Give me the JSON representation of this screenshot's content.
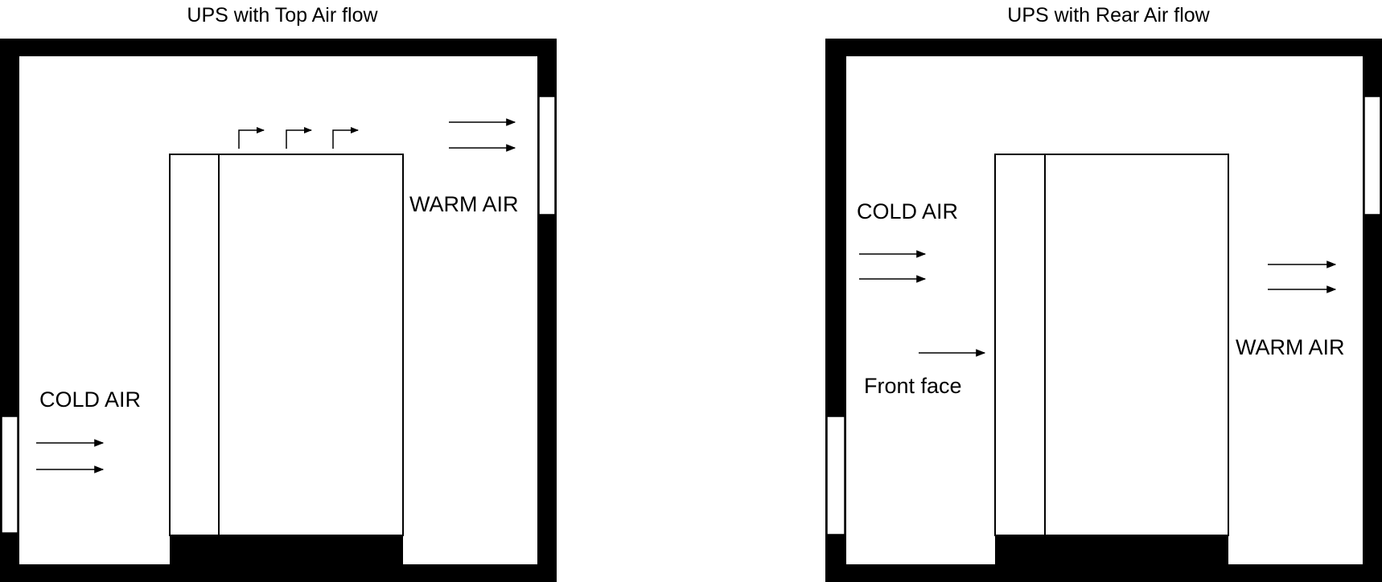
{
  "colors": {
    "wall": "#000000",
    "background": "#ffffff",
    "line": "#000000"
  },
  "left_panel": {
    "title": "UPS with Top Air flow",
    "inlet_label": "COLD AIR",
    "outlet_label": "WARM AIR"
  },
  "right_panel": {
    "title": "UPS with Rear Air flow",
    "inlet_label": "COLD AIR",
    "outlet_label": "WARM AIR",
    "front_label": "Front face"
  },
  "icons": [
    "arrow-right-icon",
    "bent-arrow-up-right-icon"
  ]
}
